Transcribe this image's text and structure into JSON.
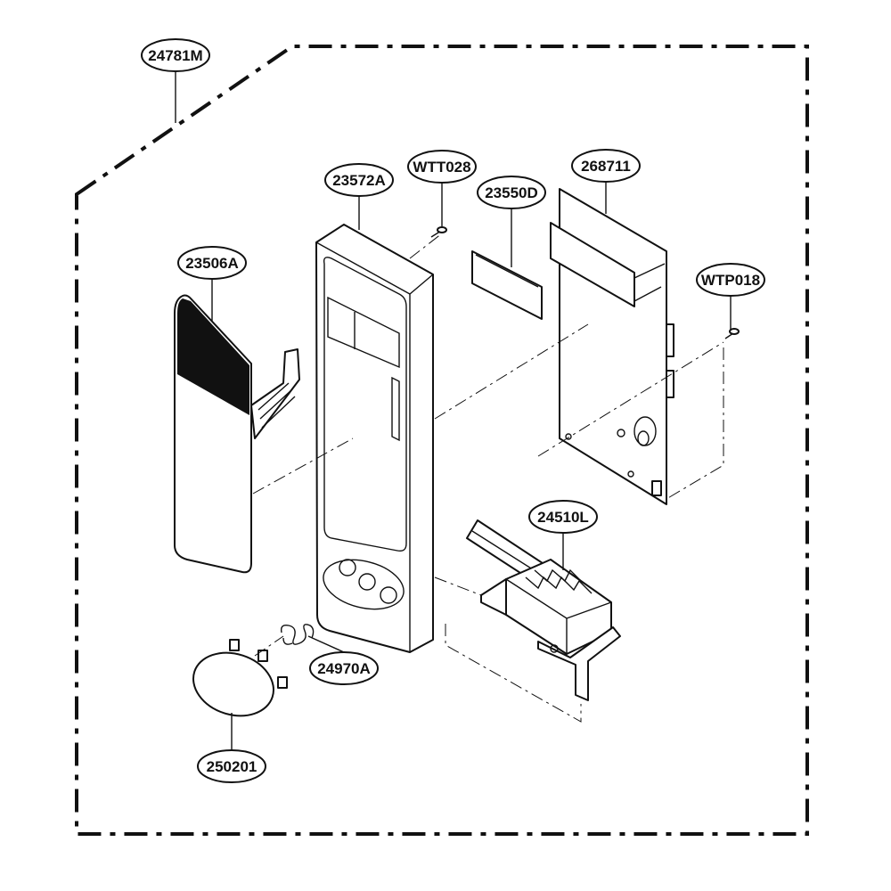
{
  "diagram": {
    "callouts": {
      "frame": "24781M",
      "door_frame": "23572A",
      "screw_top": "WTT028",
      "label_window": "23550D",
      "pcb": "268711",
      "screw_right": "WTP018",
      "membrane": "23506A",
      "latch": "24510L",
      "spring": "24970A",
      "knob": "250201"
    }
  }
}
